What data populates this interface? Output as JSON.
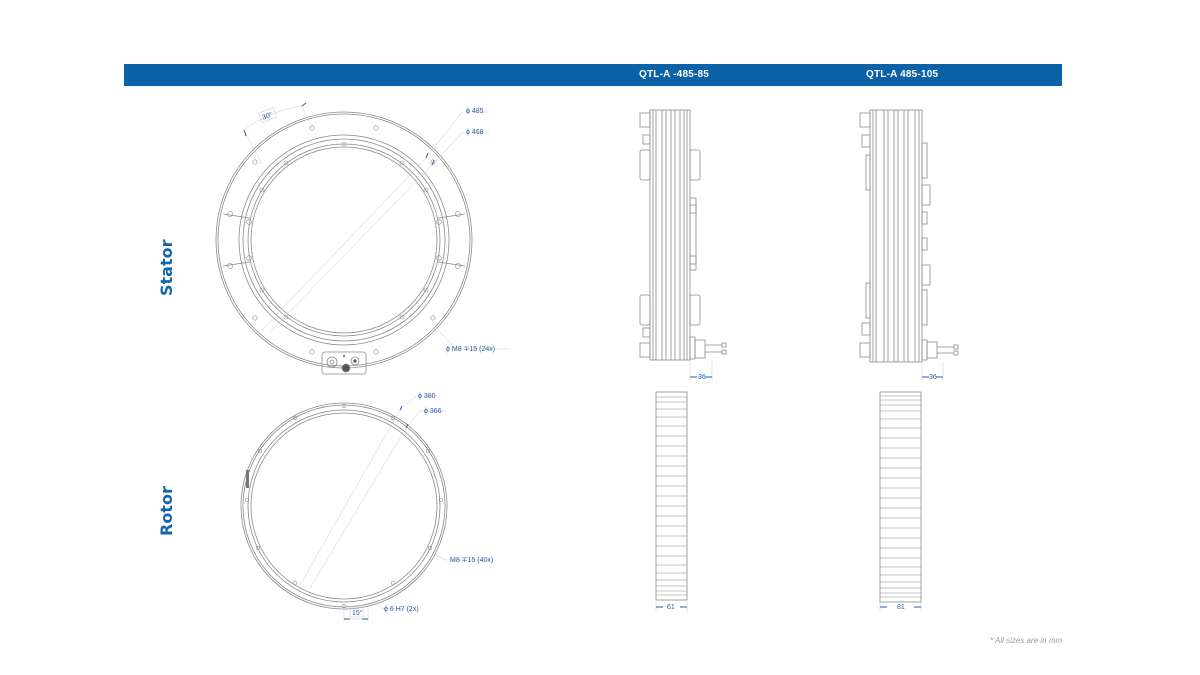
{
  "header": {
    "models": [
      {
        "label": "QTL-A -485-85"
      },
      {
        "label": "QTL-A 485-105"
      }
    ],
    "bar_color": "#0c62a6"
  },
  "rows": {
    "stator": {
      "label": "Stator"
    },
    "rotor": {
      "label": "Rotor"
    }
  },
  "stator_front": {
    "angle_dim": "30°",
    "outer_diameter": "ϕ 485",
    "inner_diameter": "ϕ 468",
    "hole_callout": "ϕ  M8 ∓15 (24x)"
  },
  "rotor_front": {
    "outer_diameter": "ϕ 380",
    "inner_diameter": "ϕ 366",
    "hole_callout": "M8 ∓15 (40x)",
    "pin_callout": "ϕ 6 H7 (2x)",
    "angle_dim": "15°"
  },
  "side_views": {
    "qtl_85": {
      "connector_dim": "36",
      "rotor_width": "61"
    },
    "qtl_105": {
      "connector_dim": "36",
      "rotor_width": "81"
    }
  },
  "footnote": "* All sizes are in mm",
  "colors": {
    "accent": "#0c62a6",
    "label_blue": "#1565ad",
    "dimension_blue": "#2b5ea8",
    "line_gray": "#8a8a8a",
    "footnote_gray": "#9a9a9a"
  }
}
